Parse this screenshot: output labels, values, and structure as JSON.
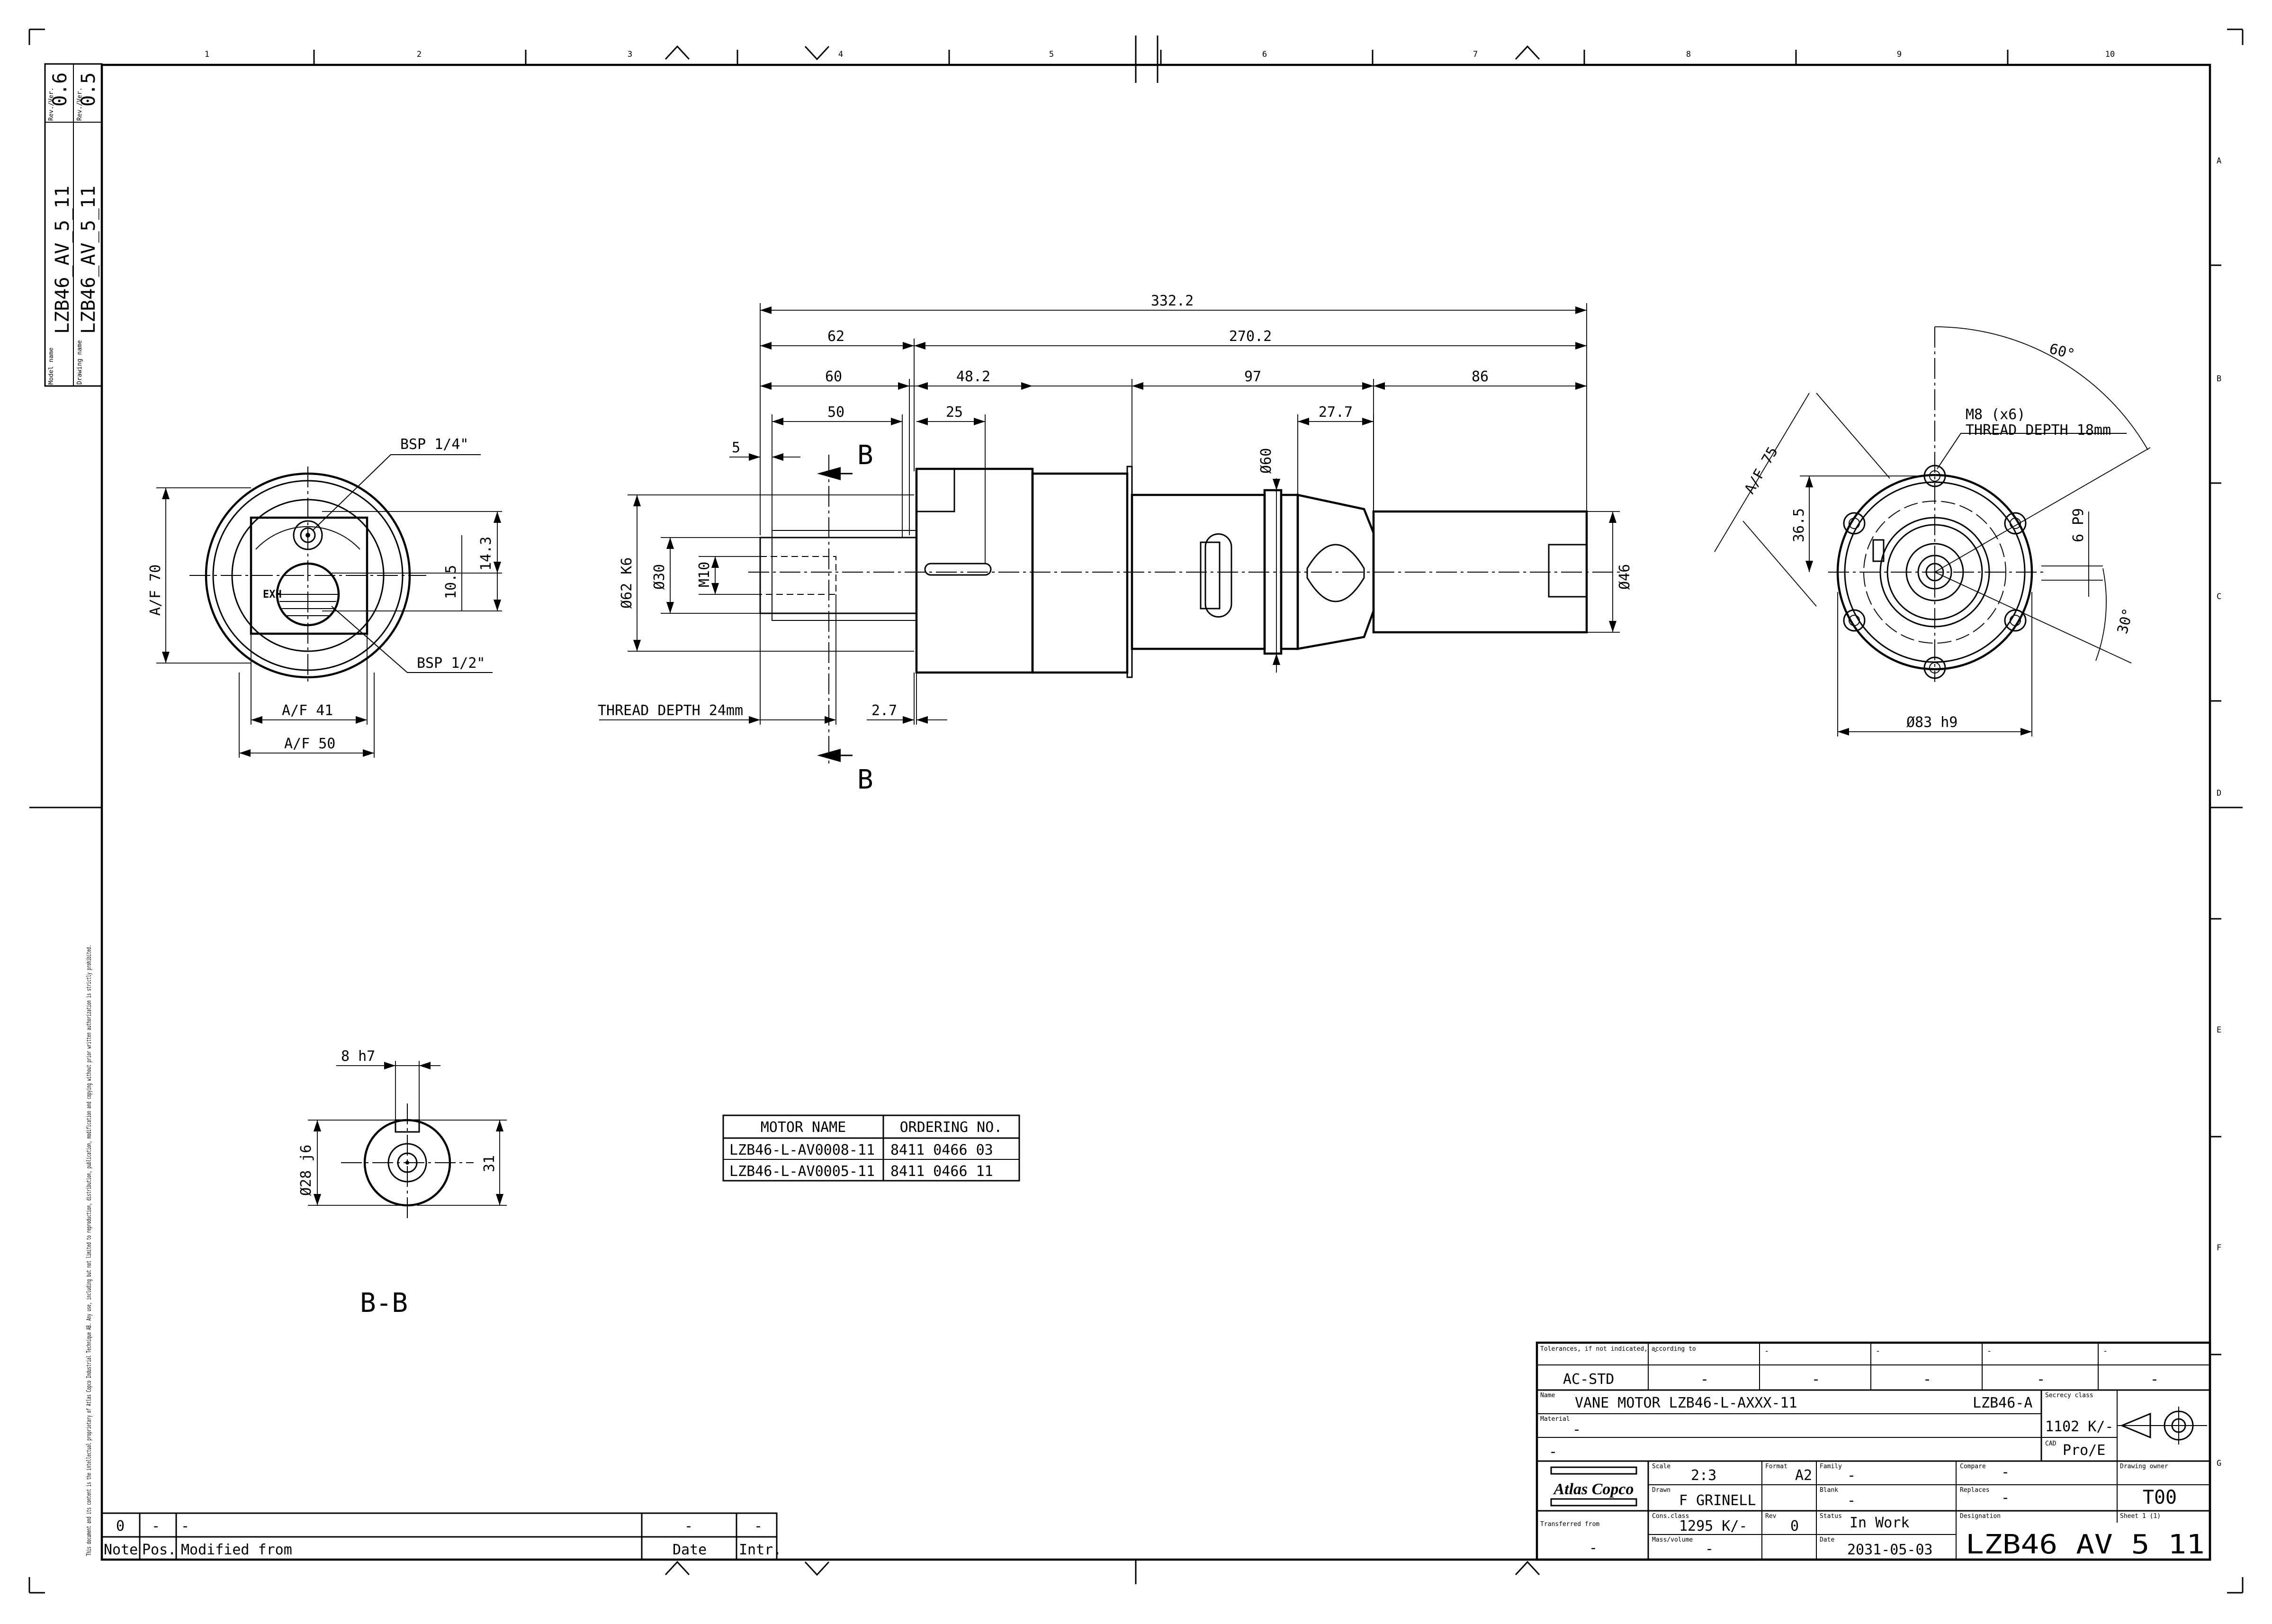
{
  "zones": {
    "columns": [
      "1",
      "2",
      "3",
      "4",
      "5",
      "6",
      "7",
      "8",
      "9",
      "10"
    ],
    "rows": [
      "A",
      "B",
      "C",
      "D",
      "E",
      "F",
      "G"
    ]
  },
  "model_box": {
    "model_name_label": "Model name",
    "model_name": "LZB46_AV_5_11",
    "model_rev_label": "Rev./Ver.",
    "model_rev": "0.6",
    "drawing_name_label": "Drawing name",
    "drawing_name": "LZB46_AV_5_11",
    "drawing_rev_label": "Rev./Ver.",
    "drawing_rev": "0.5"
  },
  "copyright_text": "This document and its content is the intellectual proprietary of Atlas Copco Industrial Technique AB. Any use, including but not limited to reproduction, distribution, publication, modification and copying without prior written authorization is strictly prohibited.",
  "end_view": {
    "bsp_top": "BSP 1/4\"",
    "bsp_bottom": "BSP 1/2\"",
    "af70": "A/F 70",
    "af41": "A/F 41",
    "af50": "A/F 50",
    "d143": "14.3",
    "d105": "10.5",
    "exh": "EXH"
  },
  "side_view": {
    "d3322": "332.2",
    "d62": "62",
    "d2702": "270.2",
    "d60": "60",
    "d482": "48.2",
    "d97": "97",
    "d86": "86",
    "d50": "50",
    "d25": "25",
    "d277": "27.7",
    "d5": "5",
    "phi60": "Ø60",
    "phi62": "Ø62 K6",
    "phi30": "Ø30",
    "m10": "M10",
    "phi46": "Ø46",
    "thread_depth": "THREAD DEPTH 24mm",
    "d27": "2.7",
    "section_top": "B",
    "section_bottom": "B"
  },
  "flange_view": {
    "angle60": "60°",
    "m8": "M8 (x6)",
    "thread18": "THREAD DEPTH 18mm",
    "af75": "A/F 75",
    "d365": "36.5",
    "p9": "6 P9",
    "angle30": "30°",
    "phi83": "Ø83 h9"
  },
  "section_bb": {
    "h7": "8 h7",
    "phi28": "Ø28 j6",
    "d31": "31",
    "title": "B-B"
  },
  "motor_table": {
    "headers": [
      "MOTOR NAME",
      "ORDERING NO."
    ],
    "rows": [
      [
        "LZB46-L-AV0008-11",
        "8411 0466 03"
      ],
      [
        "LZB46-L-AV0005-11",
        "8411 0466 11"
      ]
    ]
  },
  "revision_table": {
    "row": [
      "0",
      "-",
      "-",
      "-",
      "-"
    ],
    "headers": [
      "Note",
      "Pos.",
      "Modified from",
      "Date",
      "Intr."
    ]
  },
  "title_block": {
    "tol_label": "Tolerances, if not indicated, according to",
    "tol_value": "AC-STD",
    "dash": "-",
    "name_label": "Name",
    "name_value": "VANE MOTOR LZB46-L-AXXX-11",
    "name_code": "LZB46-A",
    "secrecy_label": "Secrecy class",
    "secrecy_value": "1102 K/-",
    "material_label": "Material",
    "cad_label": "CAD",
    "cad_value": "Pro/E",
    "logo": "Atlas Copco",
    "scale_label": "Scale",
    "scale_value": "2:3",
    "format_label": "Format",
    "format_value": "A2",
    "family_label": "Family",
    "compare_label": "Compare",
    "owner_label": "Drawing owner",
    "owner_value": "T00",
    "drawn_label": "Drawn",
    "drawn_value": "F GRINELL",
    "blank_label": "Blank",
    "replaces_label": "Replaces",
    "transferred_label": "Transferred from",
    "cons_label": "Cons.class",
    "cons_value": "1295 K/-",
    "rev_label": "Rev",
    "rev_value": "0",
    "status_label": "Status",
    "status_value": "In Work",
    "designation_label": "Designation",
    "designation_value": "LZB46_AV_5_11",
    "sheet_label": "Sheet 1 (1)",
    "mass_label": "Mass/volume",
    "date_label": "Date",
    "date_value": "2031-05-03"
  }
}
